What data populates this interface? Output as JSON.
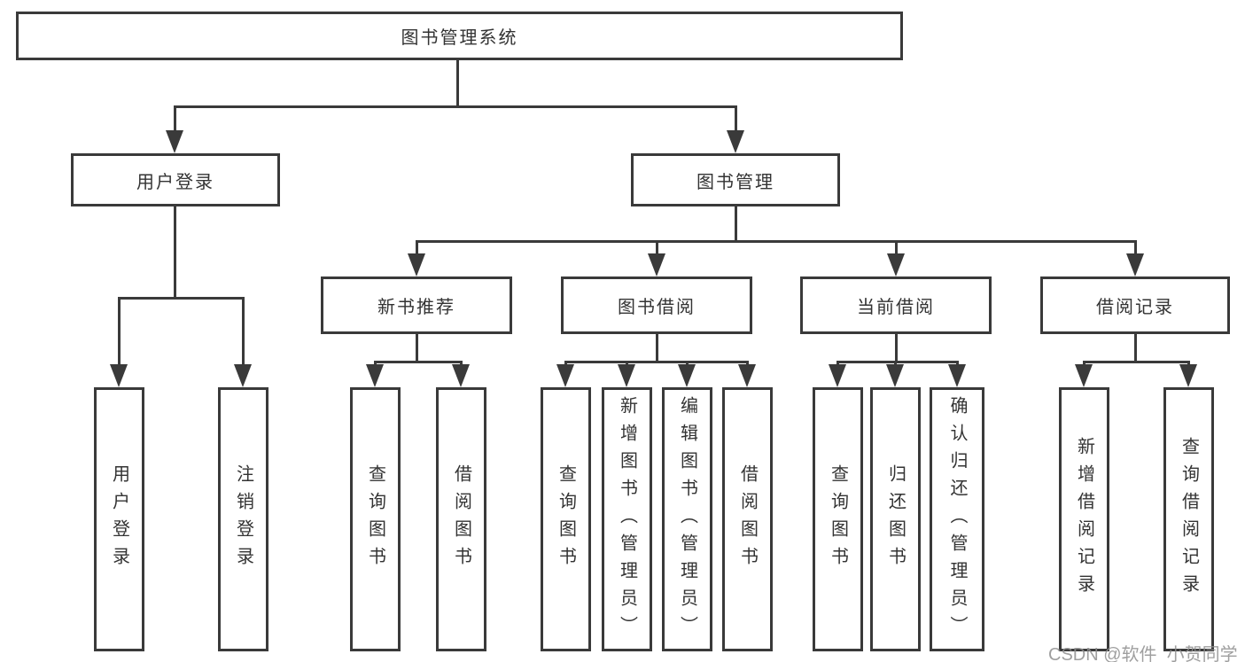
{
  "nodes": {
    "root": "图书管理系统",
    "user_login": "用户登录",
    "book_mgmt": "图书管理",
    "new_book": "新书推荐",
    "book_borrow": "图书借阅",
    "current_borrow": "当前借阅",
    "borrow_record": "借阅记录"
  },
  "leaves": {
    "user_login_1": "用户登录",
    "user_login_2": "注销登录",
    "new_book_1": "查询图书",
    "new_book_2": "借阅图书",
    "borrow_1": "查询图书",
    "borrow_2": "新增图书（管理员）",
    "borrow_3": "编辑图书（管理员）",
    "borrow_4": "借阅图书",
    "current_1": "查询图书",
    "current_2": "归还图书",
    "current_3": "确认归还（管理员）",
    "record_1": "新增借阅记录",
    "record_2": "查询借阅记录"
  },
  "watermark": "CSDN @软件_小贺同学",
  "colors": {
    "line": "#3a3a3a",
    "text": "#333333",
    "background": "#ffffff",
    "watermark": "#8f8f8f"
  }
}
